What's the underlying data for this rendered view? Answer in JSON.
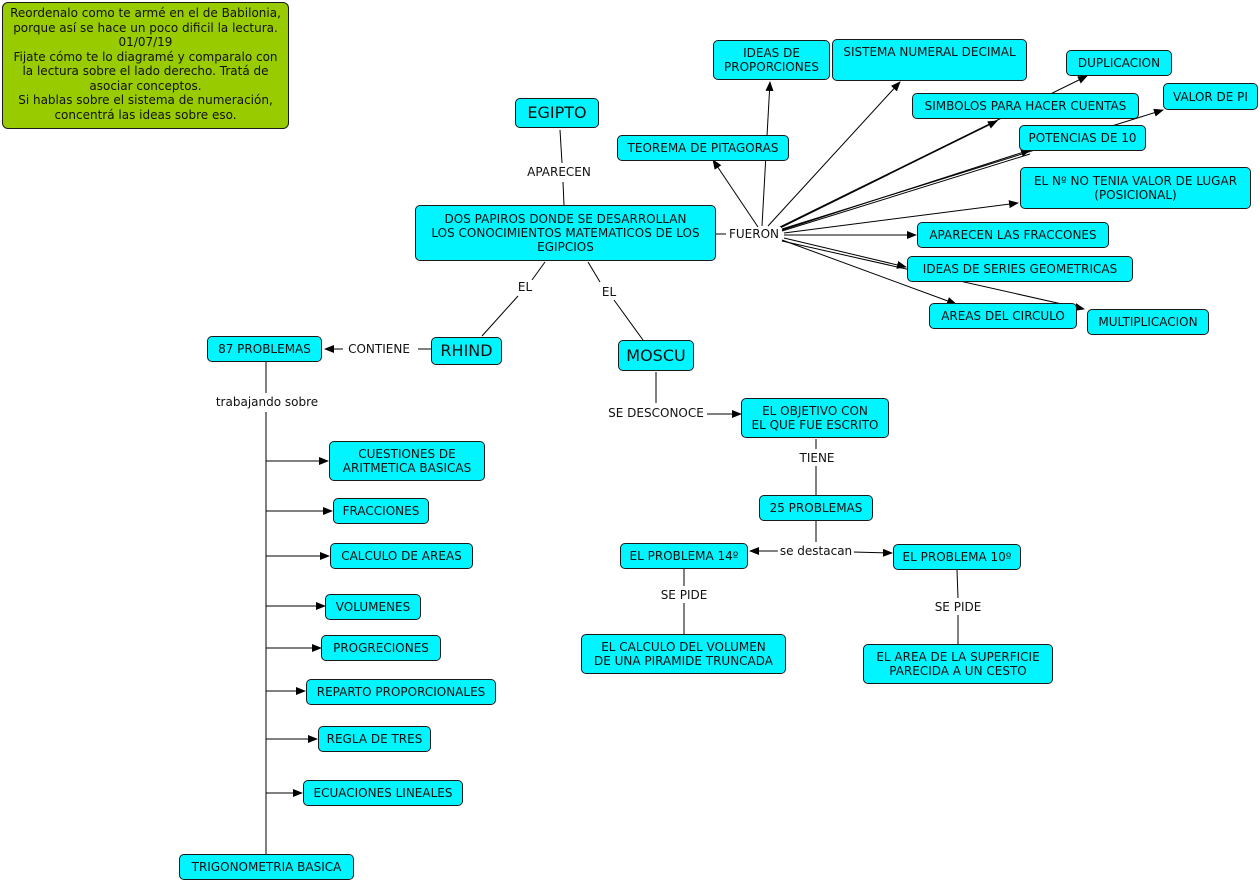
{
  "note": "Reordenalo como te armé en el de Babilonia,\nporque así se hace un poco dificil la lectura.\n01/07/19\nFijate cómo te lo diagramé y comparalo con\nla lectura sobre el lado derecho.  Tratá de\nasociar conceptos.\nSi hablas sobre el sistema de numeración,\nconcentrá las ideas sobre eso.",
  "colors": {
    "node_fill": "#00f5ff",
    "note_fill": "#99cc00",
    "line": "#000000"
  },
  "nodes": {
    "egipto": "EGIPTO",
    "papiros": "DOS PAPIROS DONDE SE DESARROLLAN\nLOS CONOCIMIENTOS MATEMATICOS DE LOS\nEGIPCIOS",
    "rhind": "RHIND",
    "moscu": "MOSCU",
    "p87": "87 PROBLEMAS",
    "aritmetica": "CUESTIONES DE\nARITMETICA BASICAS",
    "fracciones": "FRACCIONES",
    "areas": "CALCULO DE AREAS",
    "volumenes": "VOLUMENES",
    "progreciones": "PROGRECIONES",
    "reparto": "REPARTO PROPORCIONALES",
    "regla": "REGLA DE TRES",
    "ecuaciones": "ECUACIONES LINEALES",
    "trigonometria": "TRIGONOMETRIA BASICA",
    "objetivo": "EL OBJETIVO CON\nEL QUE FUE ESCRITO",
    "p25": "25 PROBLEMAS",
    "p14": "EL PROBLEMA 14º",
    "p10": "EL PROBLEMA 10º",
    "piramide": "EL CALCULO DEL VOLUMEN\nDE UNA PIRAMIDE TRUNCADA",
    "cesto": "EL AREA DE LA SUPERFICIE\nPARECIDA A UN CESTO",
    "ideas_prop": "IDEAS DE\nPROPORCIONES",
    "decimal": "SISTEMA NUMERAL DECIMAL",
    "duplicacion": "DUPLICACION",
    "simbolos": "SIMBOLOS PARA HACER CUENTAS",
    "valor_pi": "VALOR DE PI",
    "pitagoras": "TEOREMA DE PITAGORAS",
    "potencias": "POTENCIAS DE 10",
    "posicional": "EL Nº NO TENIA VALOR DE LUGAR\n(POSICIONAL)",
    "fracciones2": "APARECEN LAS FRACCONES",
    "series": "IDEAS DE SERIES GEOMETRICAS",
    "circulo": "AREAS DEL CIRCULO",
    "multiplicacion": "MULTIPLICACION"
  },
  "labels": {
    "aparecen": "APARECEN",
    "fueron": "FUERON",
    "el_left": "EL",
    "el_right": "EL",
    "contiene": "CONTIENE",
    "trabajando": "trabajando sobre",
    "se_desconoce": "SE DESCONOCE",
    "tiene": "TIENE",
    "se_destacan": "se destacan",
    "se_pide_left": "SE PIDE",
    "se_pide_right": "SE PIDE"
  }
}
